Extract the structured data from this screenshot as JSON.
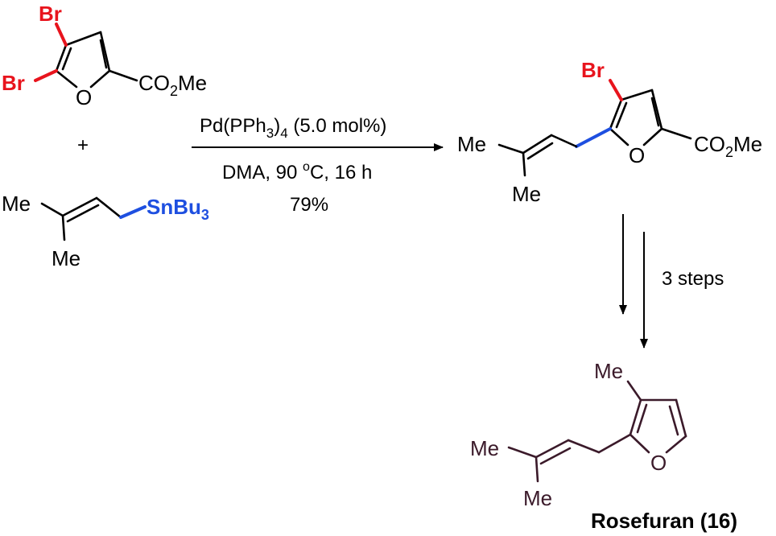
{
  "colors": {
    "bromine": "#e8141d",
    "tin_bond": "#1e4fe0",
    "bond": "#000000",
    "product": "#3b1a2a"
  },
  "reactant1": {
    "br_top": "Br",
    "br_left": "Br",
    "o": "O",
    "ester_co": "CO",
    "ester_sub": "2",
    "ester_me": "Me"
  },
  "plus": "+",
  "reactant2": {
    "me_top": "Me",
    "me_bottom": "Me",
    "tin_main": "SnBu",
    "tin_sub": "3"
  },
  "conditions": {
    "catalyst_pre": "Pd(PPh",
    "catalyst_sub1": "3",
    "catalyst_mid": ")",
    "catalyst_sub2": "4",
    "catalyst_post": " (5.0 mol%)",
    "line2_pre": "DMA, 90 ",
    "line2_sup": "o",
    "line2_post": "C, 16 h",
    "yield": "79%"
  },
  "intermediate": {
    "br": "Br",
    "me_top": "Me",
    "me_bottom": "Me",
    "o": "O",
    "ester_co": "CO",
    "ester_sub": "2",
    "ester_me": "Me"
  },
  "steps_label": "3 steps",
  "product": {
    "me_ring": "Me",
    "me_left": "Me",
    "me_bottom": "Me",
    "o": "O",
    "name": "Rosefuran (16)"
  }
}
